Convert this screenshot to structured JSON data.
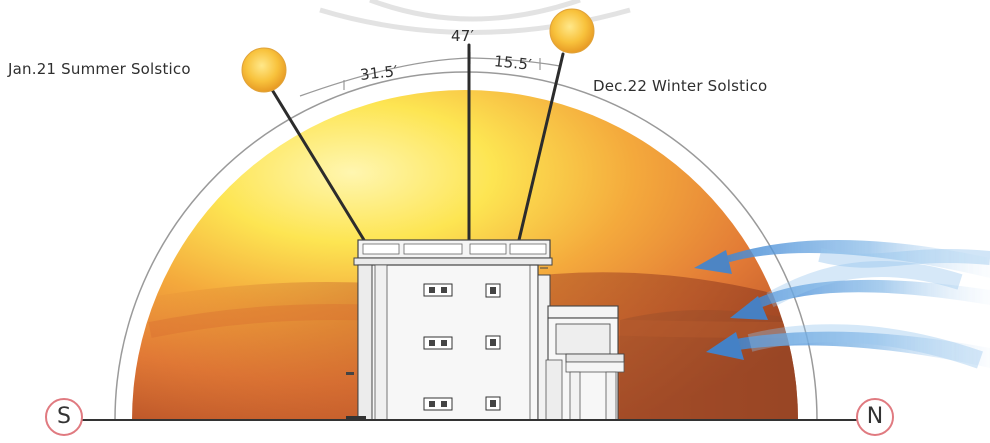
{
  "labels": {
    "summer": "Jan.21  Summer  Solstico",
    "winter": "Dec.22  Winter  Solstico"
  },
  "angles": {
    "top": "47′",
    "left": "31.5′",
    "right": "15.5′"
  },
  "directions": {
    "south": "S",
    "north": "N"
  },
  "colors": {
    "sky_bright": "#fde552",
    "sky_warm": "#e9843f",
    "sky_dark": "#b14d25",
    "sun_fill": "#f4b234",
    "wind_arrow": "#6aa9e0",
    "compass_ring": "#e07a80"
  }
}
